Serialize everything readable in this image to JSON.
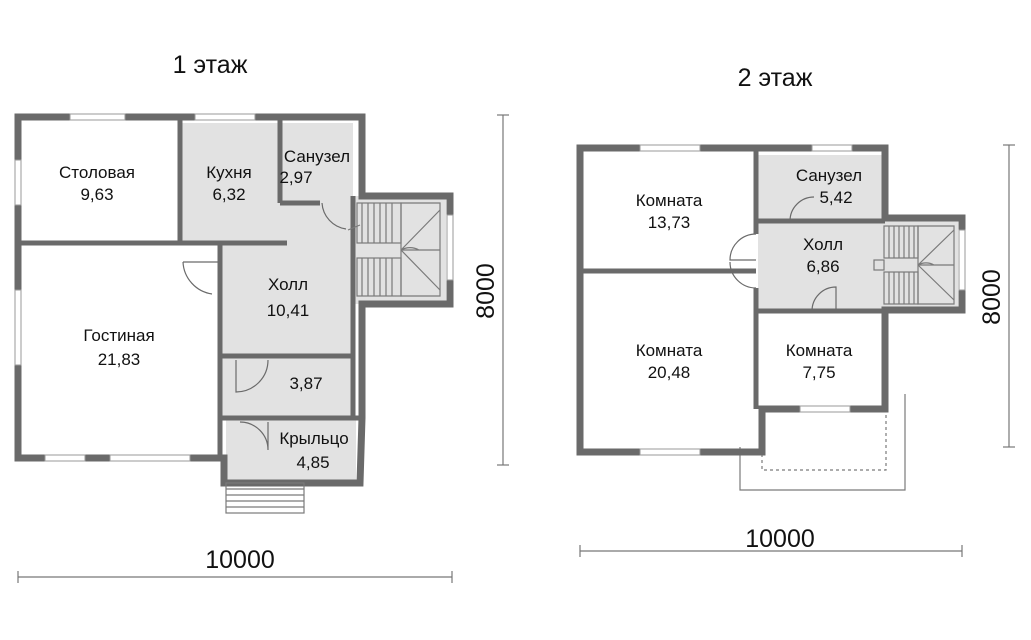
{
  "floor1": {
    "title": "1 этаж",
    "width_dim": "10000",
    "height_dim": "8000",
    "rooms": [
      {
        "name": "Столовая",
        "area": "9,63"
      },
      {
        "name": "Кухня",
        "area": "6,32"
      },
      {
        "name": "Санузел",
        "area": "2,97"
      },
      {
        "name": "Холл",
        "area": "10,41"
      },
      {
        "name": "Гостиная",
        "area": "21,83"
      },
      {
        "name": "",
        "area": "3,87"
      },
      {
        "name": "Крыльцо",
        "area": "4,85"
      }
    ]
  },
  "floor2": {
    "title": "2 этаж",
    "width_dim": "10000",
    "height_dim": "8000",
    "rooms": [
      {
        "name": "Комната",
        "area": "13,73"
      },
      {
        "name": "Санузел",
        "area": "5,42"
      },
      {
        "name": "Холл",
        "area": "6,86"
      },
      {
        "name": "Комната",
        "area": "20,48"
      },
      {
        "name": "Комната",
        "area": "7,75"
      }
    ]
  }
}
